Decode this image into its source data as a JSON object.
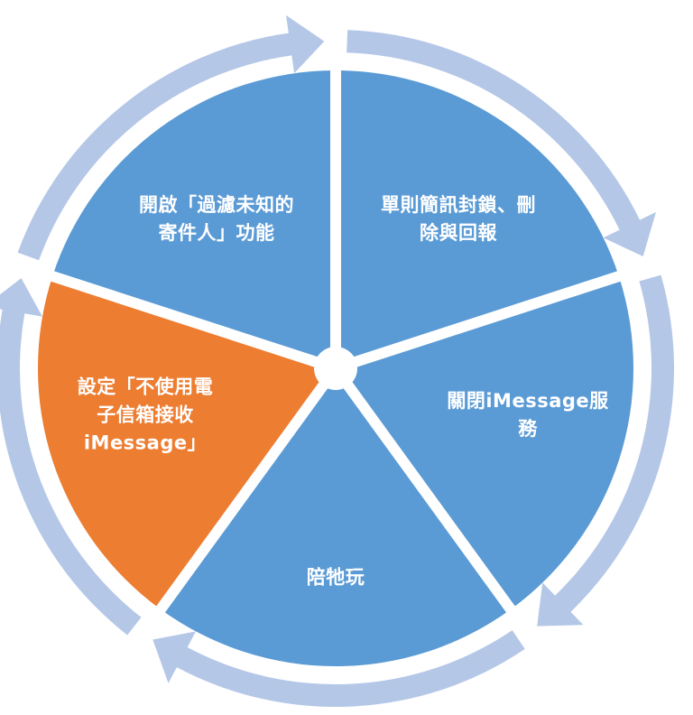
{
  "steps": [
    {
      "label": "開啟「過濾未知的\n寄件人」功能",
      "color": "#5b9bd5"
    },
    {
      "label": "單則簡訊封鎖、刪\n除與回報",
      "color": "#5b9bd5"
    },
    {
      "label": "關閉iMessage服\n務",
      "color": "#5b9bd5"
    },
    {
      "label": "陪牠玩",
      "color": "#ed7d31"
    },
    {
      "label": "設定「不使用電\n子信箱接收\niMessage」",
      "color": "#5b9bd5"
    }
  ],
  "arrow_color": "#b4c7e7"
}
